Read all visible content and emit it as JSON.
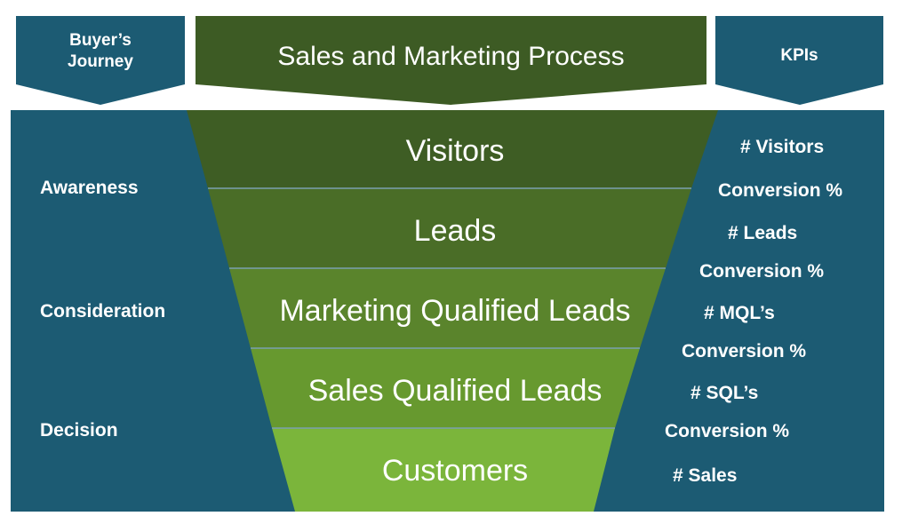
{
  "header": {
    "buyers_journey": "Buyer’s\nJourney",
    "process": "Sales and Marketing Process",
    "kpis": "KPIs"
  },
  "journey_stages": [
    "Awareness",
    "Consideration",
    "Decision"
  ],
  "funnel_stages": [
    "Visitors",
    "Leads",
    "Marketing Qualified Leads",
    "Sales Qualified Leads",
    "Customers"
  ],
  "kpi_items": [
    "# Visitors",
    "Conversion %",
    "# Leads",
    "Conversion %",
    "# MQL’s",
    "Conversion %",
    "# SQL’s",
    "Conversion %",
    "# Sales"
  ],
  "colors": {
    "panel_teal": "#1c5b73",
    "header_dark_green": "#3d5b24",
    "funnel_shades": [
      "#3e5d24",
      "#4a6d27",
      "#5a842c",
      "#67992f",
      "#7bb53b"
    ],
    "text": "#ffffff"
  }
}
